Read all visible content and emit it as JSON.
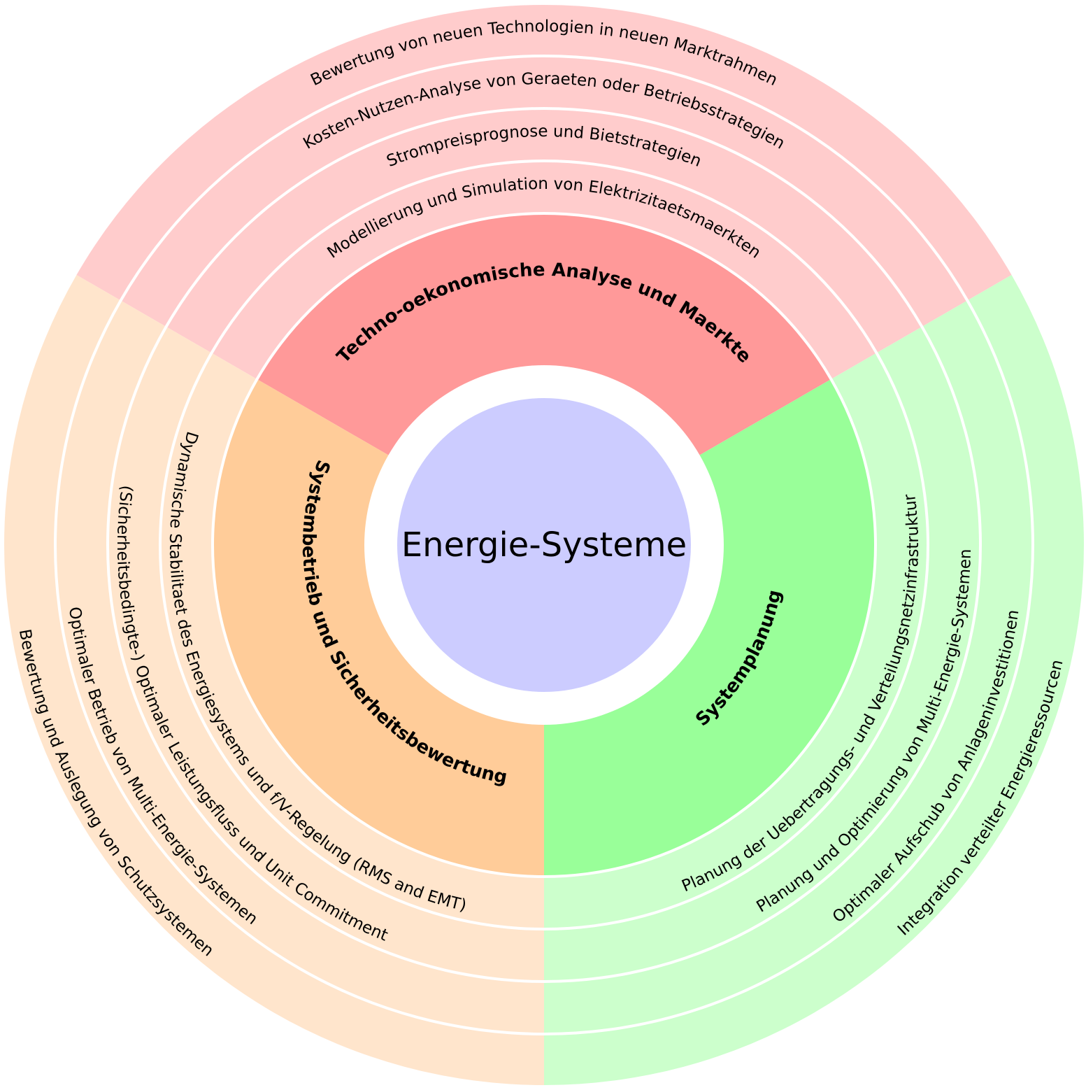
{
  "center": {
    "title": "Energie-Systeme",
    "color": "#ccccff"
  },
  "sectors": [
    {
      "id": "techno",
      "title": "Techno-oekonomische Analyse und Maerkte",
      "inner_color": "#ff9999",
      "outer_color": "#ffcccc",
      "start_angle": -60,
      "end_angle": 60,
      "topics": [
        "Modellierung und Simulation von Elektrizitaetsmaerkten",
        "Strompreisprognose und Bietstrategien",
        "Kosten-Nutzen-Analyse von Geraeten oder Betriebsstrategien",
        "Bewertung von neuen Technologien in neuen Marktrahmen"
      ]
    },
    {
      "id": "planung",
      "title": "Systemplanung",
      "inner_color": "#99ff99",
      "outer_color": "#ccffcc",
      "start_angle": 60,
      "end_angle": 180,
      "topics": [
        "Planung der Uebertragungs- und Verteilungsnetzinfrastruktur",
        "Planung und Optimierung von Multi-Energie-Systemen",
        "Optimaler Aufschub von Anlageninvestitionen",
        "Integration verteilter Energieressourcen"
      ]
    },
    {
      "id": "betrieb",
      "title": "Systembetrieb und Sicherheitsbewertung",
      "inner_color": "#ffcc99",
      "outer_color": "#ffe5cc",
      "start_angle": 180,
      "end_angle": 300,
      "topics": [
        "Dynamische Stabilitaet des Energiesystems und f/V-Regelung (RMS and EMT)",
        "(Sicherheitsbedingte-) Optimaler Leistungsfluss und Unit Commitment",
        "Optimaler Betrieb von Multi-Energie-Systemen",
        "Bewertung und Auslegung von Schutzsystemen"
      ]
    }
  ]
}
